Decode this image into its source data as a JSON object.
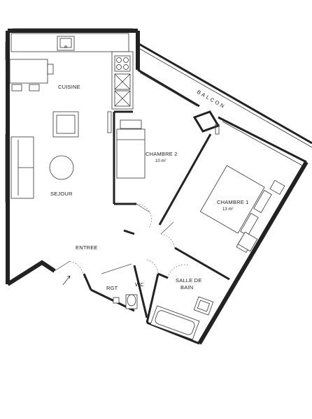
{
  "rooms": {
    "cuisine": {
      "label": "CUISINE"
    },
    "sejour": {
      "label": "SEJOUR"
    },
    "entree": {
      "label": "ENTREE"
    },
    "rgt": {
      "label": "RGT"
    },
    "wc": {
      "label": "WC"
    },
    "salle_de_bain": {
      "label_line1": "SALLE DE",
      "label_line2": "BAIN"
    },
    "chambre_1": {
      "label": "CHAMBRE 1",
      "area": "13 m²"
    },
    "chambre_2": {
      "label": "CHAMBRE 2",
      "area": "10 m²"
    },
    "balcon": {
      "label": "BALCON"
    }
  },
  "colors": {
    "wall": "#222222",
    "background": "#ffffff"
  }
}
